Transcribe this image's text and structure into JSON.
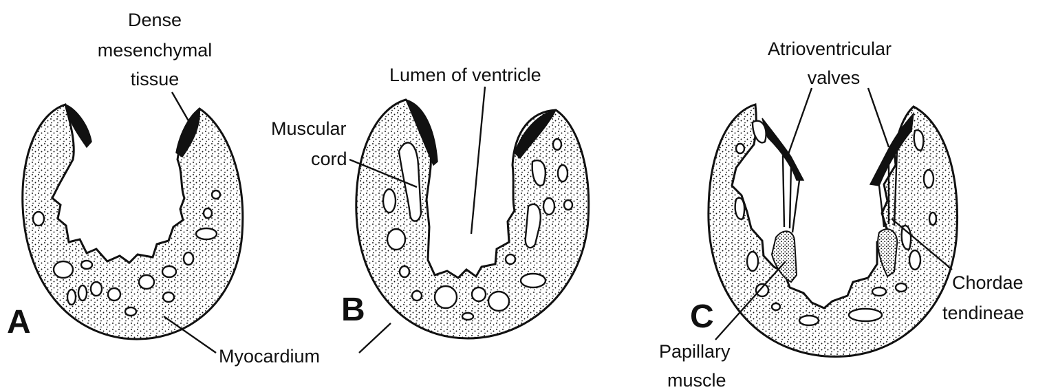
{
  "colors": {
    "ink": "#111111",
    "background": "#ffffff"
  },
  "panels": {
    "a": {
      "letter": "A",
      "label_dense_line1": "Dense",
      "label_dense_line2": "mesenchymal",
      "label_dense_line3": "tissue"
    },
    "b": {
      "letter": "B",
      "label_lumen": "Lumen of ventricle",
      "label_cord_line1": "Muscular",
      "label_cord_line2": "cord",
      "label_myocardium": "Myocardium"
    },
    "c": {
      "letter": "C",
      "label_av_line1": "Atrioventricular",
      "label_av_line2": "valves",
      "label_chordae_line1": "Chordae",
      "label_chordae_line2": "tendineae",
      "label_papillary_line1": "Papillary",
      "label_papillary_line2": "muscle"
    }
  }
}
